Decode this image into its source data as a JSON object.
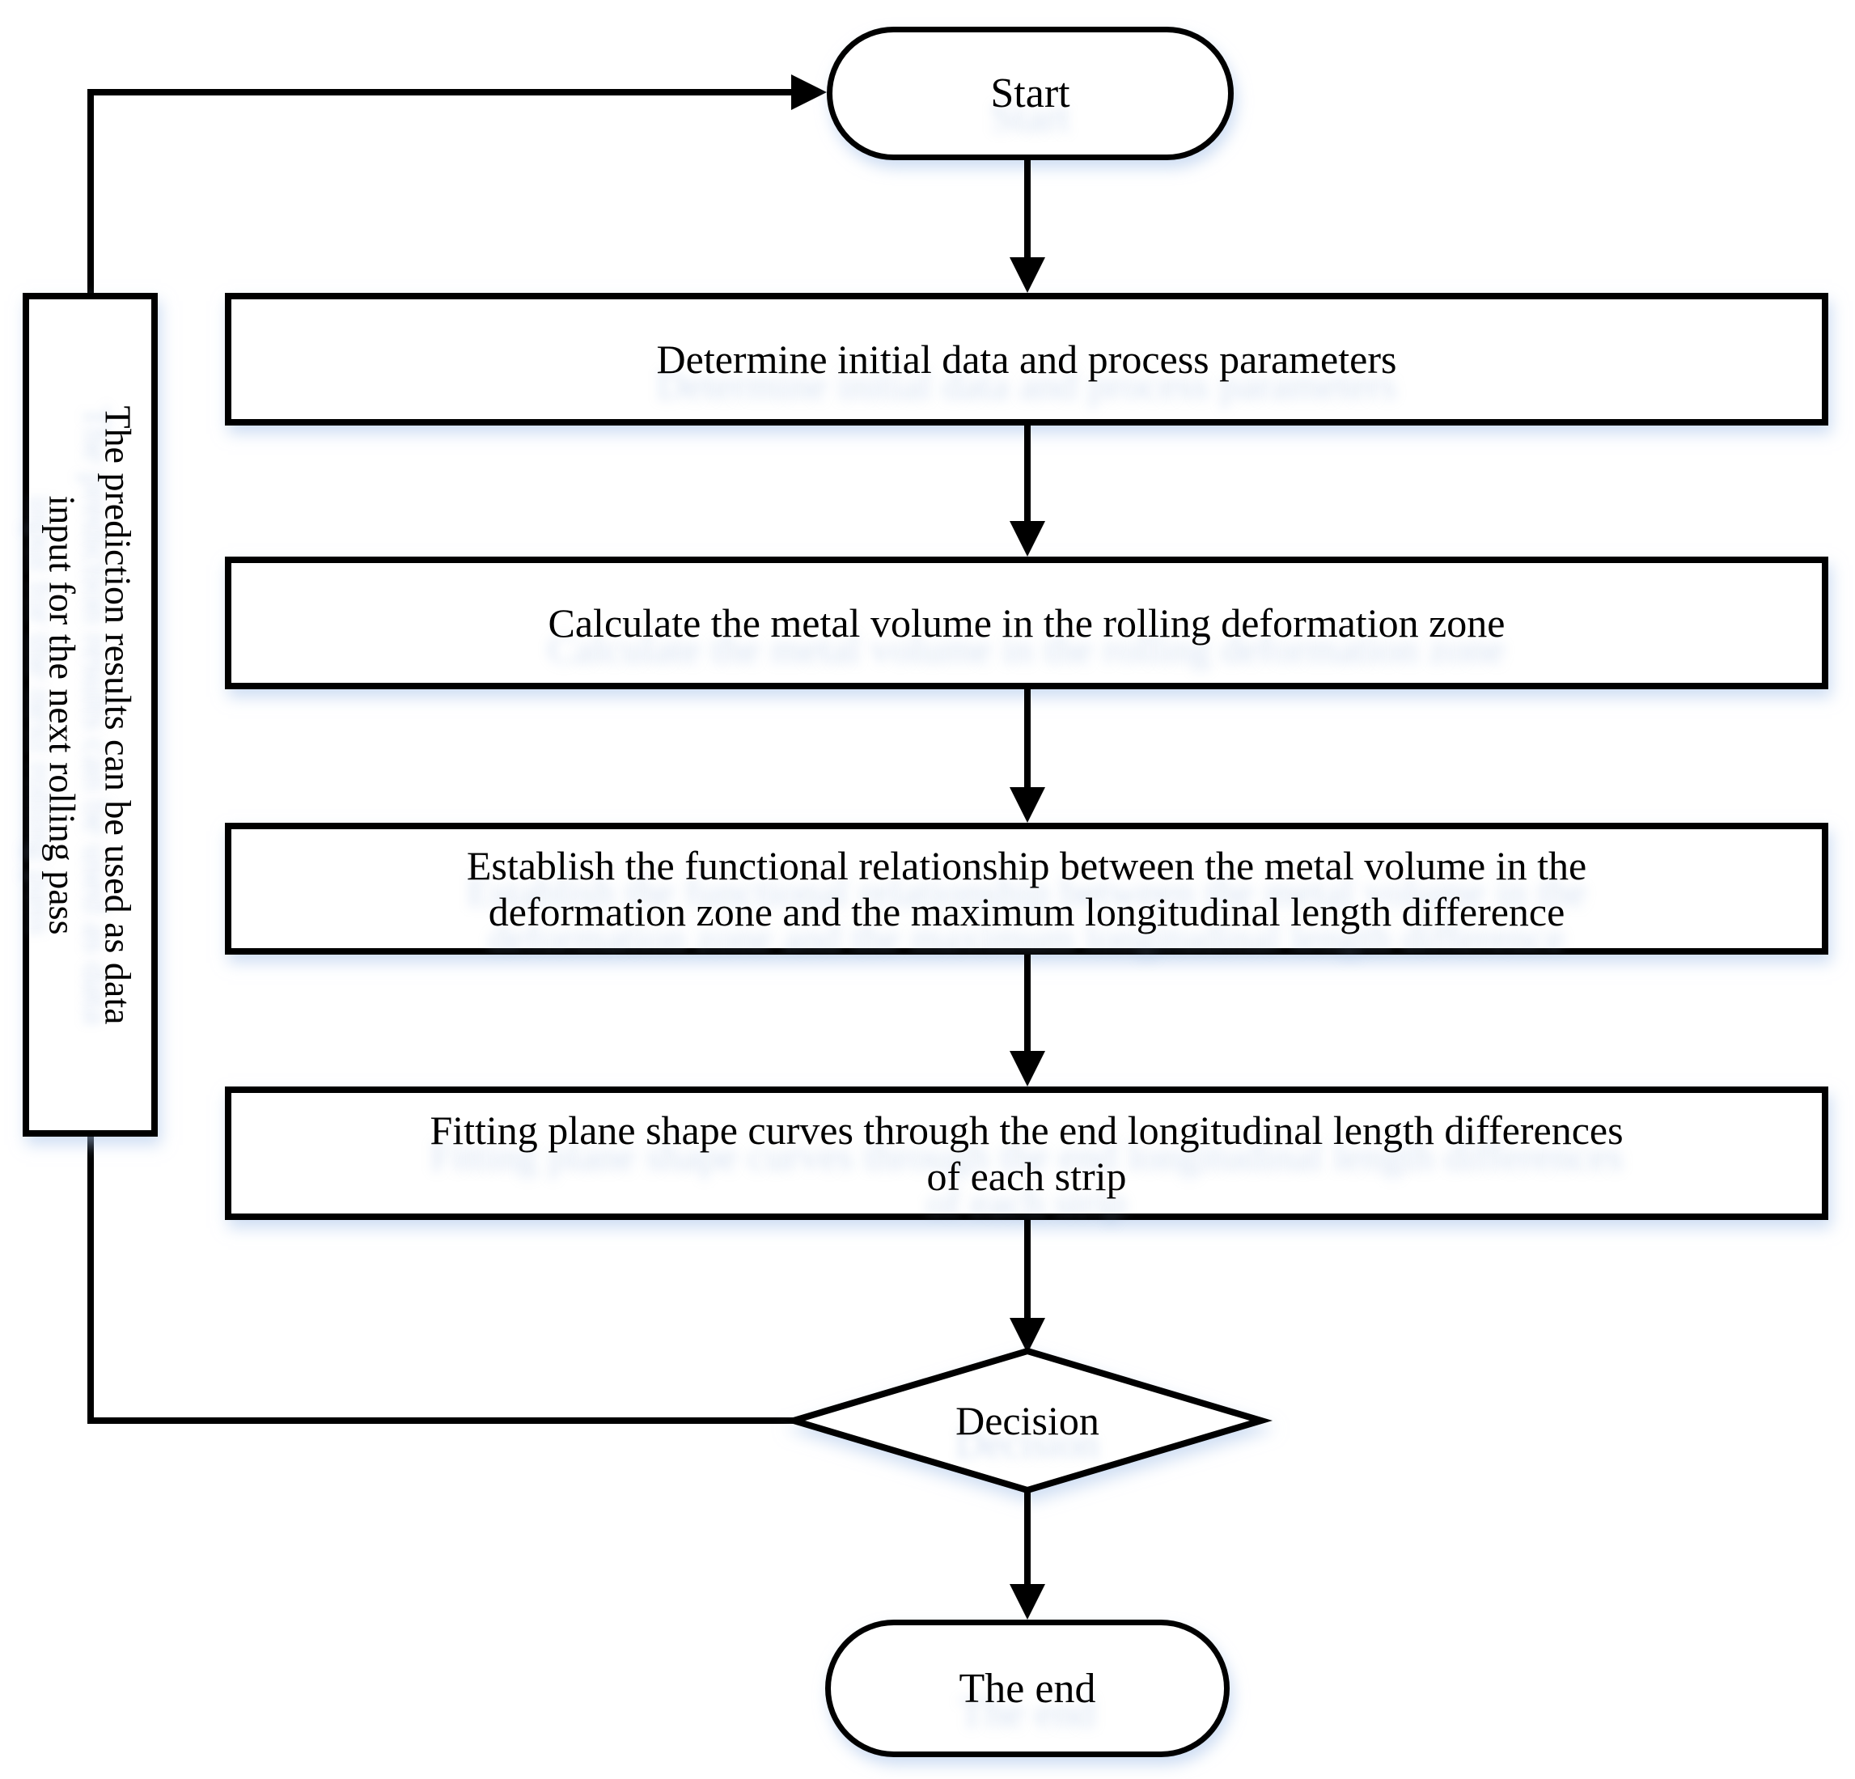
{
  "diagram": {
    "type": "flowchart",
    "background_color": "#ffffff",
    "stroke_color": "#000000",
    "shadow_color": "#a8c2ea",
    "nodes": {
      "start": {
        "shape": "terminator",
        "label": "Start"
      },
      "step_determine": {
        "shape": "process",
        "lines": [
          "Determine initial data and process parameters"
        ]
      },
      "step_calculate": {
        "shape": "process",
        "lines": [
          "Calculate the metal volume in the rolling deformation zone"
        ]
      },
      "step_establish": {
        "shape": "process",
        "lines": [
          "Establish the functional relationship between the metal volume in the",
          "deformation zone and the maximum longitudinal length difference"
        ]
      },
      "step_fitting": {
        "shape": "process",
        "lines": [
          "Fitting plane shape curves through the end longitudinal length differences",
          "of each strip"
        ]
      },
      "decision": {
        "shape": "decision",
        "label": "Decision"
      },
      "end": {
        "shape": "terminator",
        "label": "The end"
      },
      "feedback_note": {
        "shape": "process",
        "orientation": "rotated-90deg",
        "lines": [
          "The prediction results can be used as data",
          "input for the next rolling pass"
        ]
      }
    },
    "edges": [
      {
        "from": "start",
        "to": "step_determine",
        "arrow": true
      },
      {
        "from": "step_determine",
        "to": "step_calculate",
        "arrow": true
      },
      {
        "from": "step_calculate",
        "to": "step_establish",
        "arrow": true
      },
      {
        "from": "step_establish",
        "to": "step_fitting",
        "arrow": true
      },
      {
        "from": "step_fitting",
        "to": "decision",
        "arrow": true
      },
      {
        "from": "decision",
        "to": "end",
        "arrow": true
      },
      {
        "from": "decision",
        "to": "start",
        "via": "feedback_note",
        "arrow": true
      }
    ]
  }
}
